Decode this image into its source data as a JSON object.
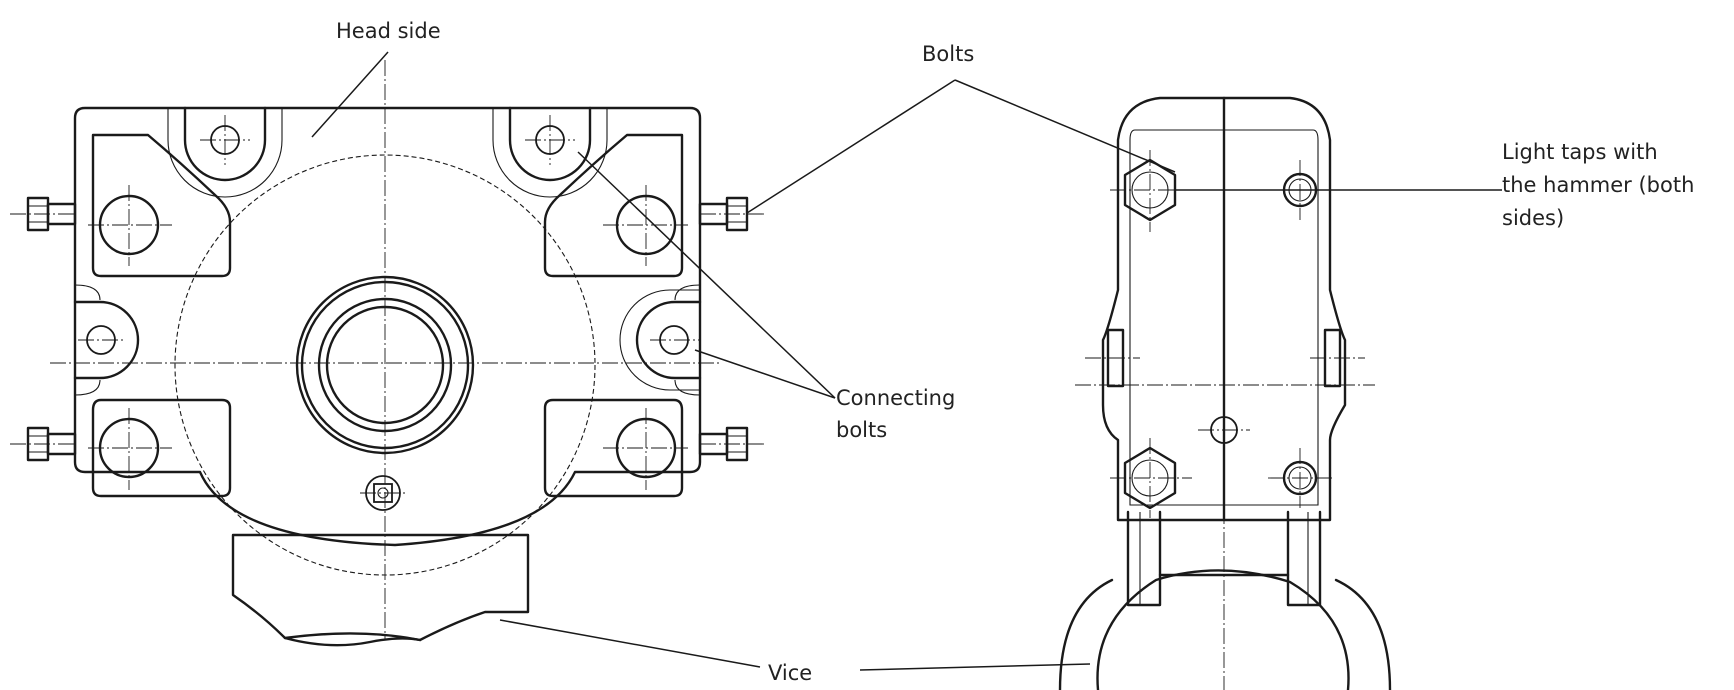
{
  "labels": {
    "head_side": "Head side",
    "bolts": "Bolts",
    "light_taps_line1": "Light taps with",
    "light_taps_line2": "the hammer (both",
    "light_taps_line3": "sides)",
    "connecting_line1": "Connecting",
    "connecting_line2": "bolts",
    "vice": "Vice"
  }
}
